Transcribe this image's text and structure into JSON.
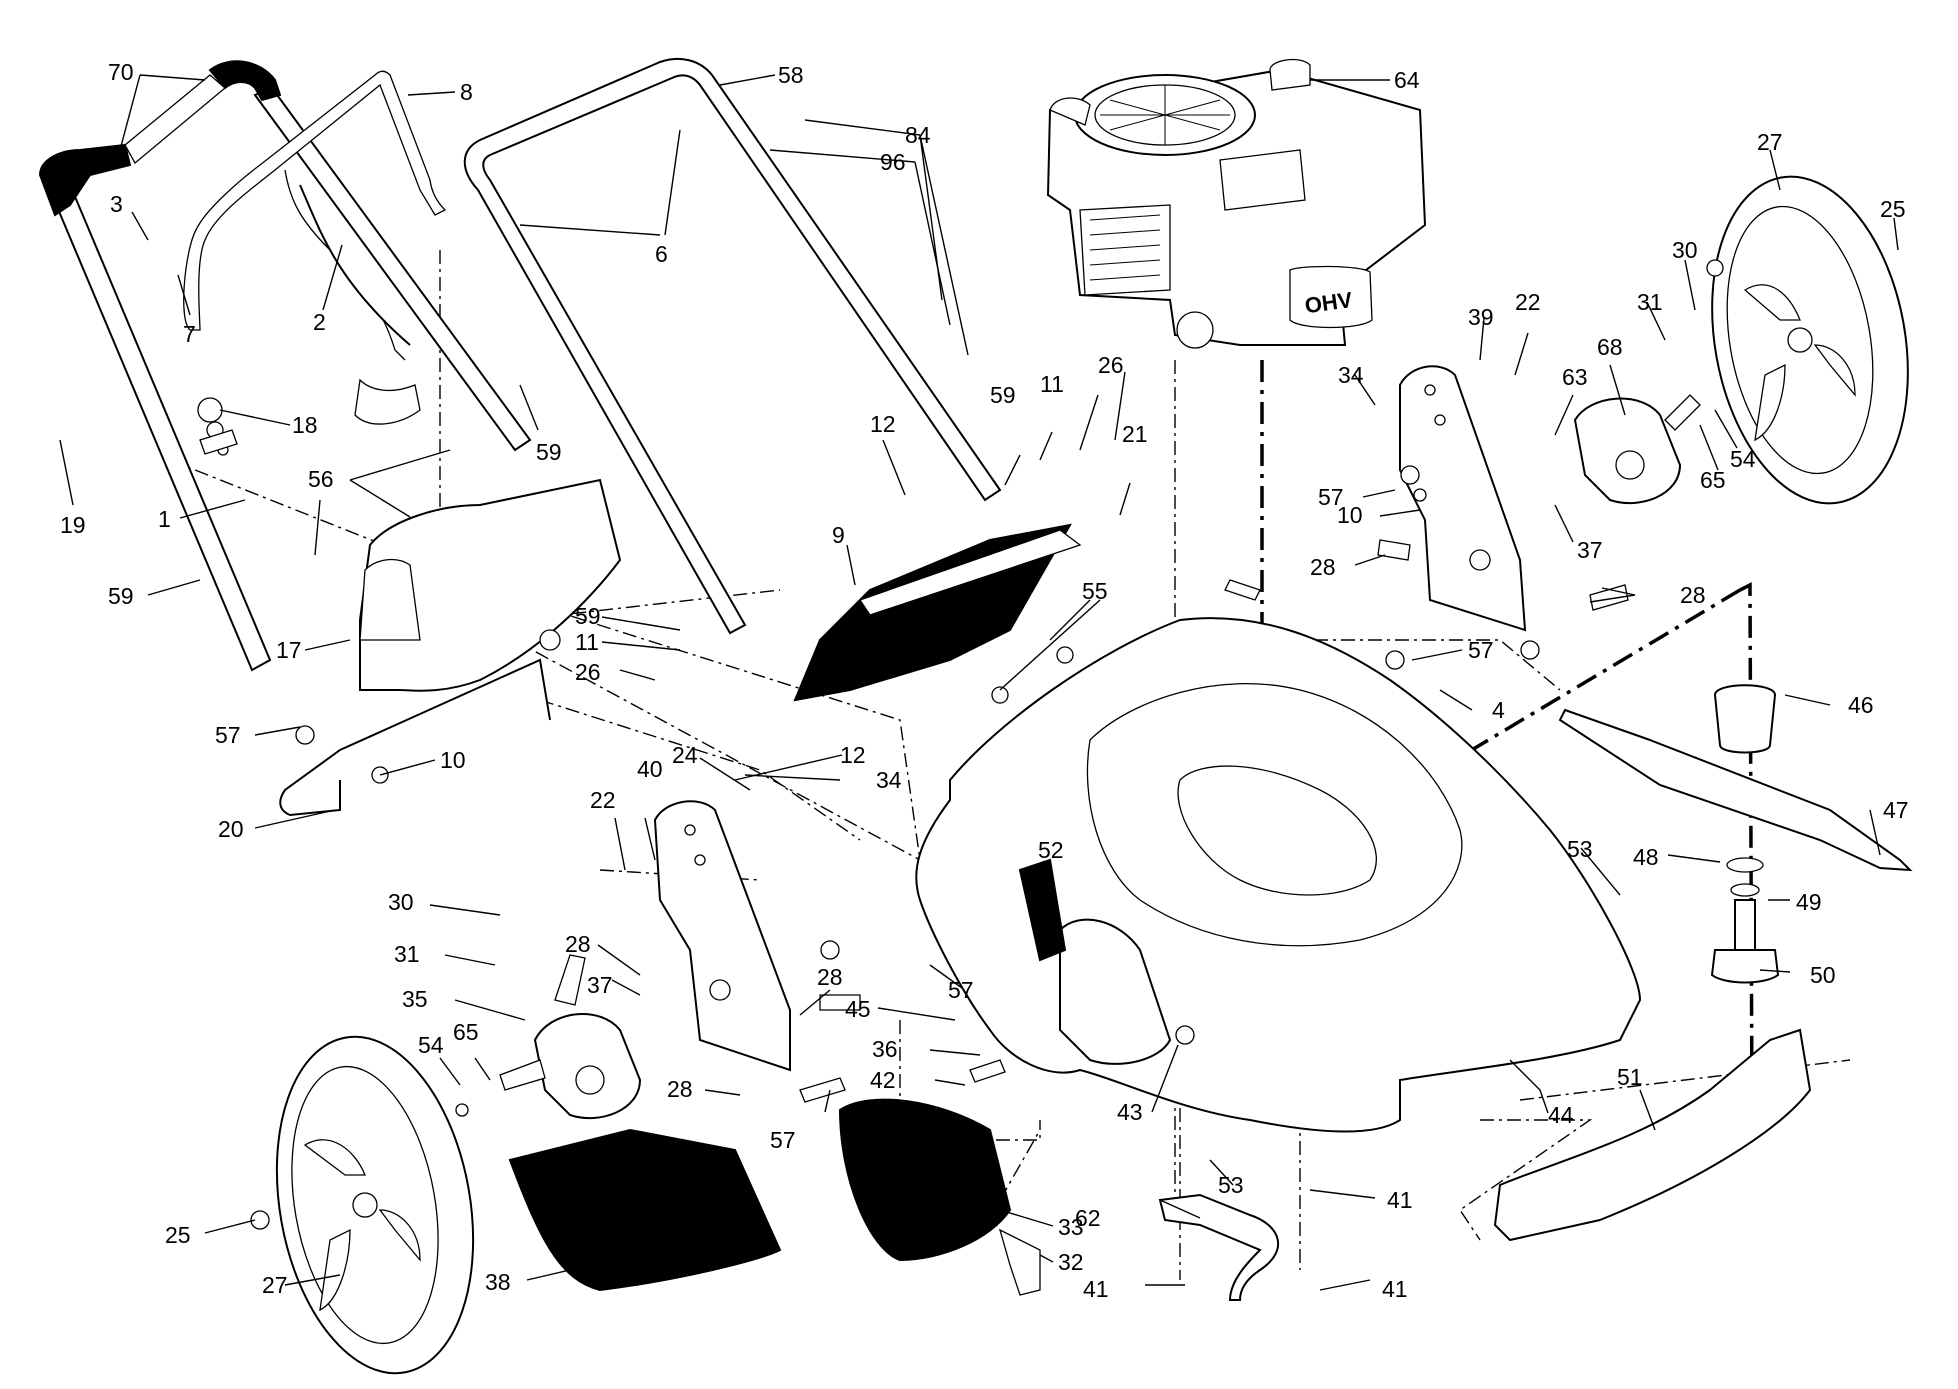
{
  "callouts": [
    {
      "id": "c70",
      "text": "70"
    },
    {
      "id": "c8",
      "text": "8"
    },
    {
      "id": "c58",
      "text": "58"
    },
    {
      "id": "c64",
      "text": "64"
    },
    {
      "id": "c84",
      "text": "84"
    },
    {
      "id": "c96",
      "text": "96"
    },
    {
      "id": "c6",
      "text": "6"
    },
    {
      "id": "c3",
      "text": "3"
    },
    {
      "id": "c7",
      "text": "7"
    },
    {
      "id": "c2",
      "text": "2"
    },
    {
      "id": "c18",
      "text": "18"
    },
    {
      "id": "c59a",
      "text": "59"
    },
    {
      "id": "c19",
      "text": "19"
    },
    {
      "id": "c1",
      "text": "1"
    },
    {
      "id": "c56",
      "text": "56"
    },
    {
      "id": "c59b",
      "text": "59"
    },
    {
      "id": "c17",
      "text": "17"
    },
    {
      "id": "c57a",
      "text": "57"
    },
    {
      "id": "c10a",
      "text": "10"
    },
    {
      "id": "c20",
      "text": "20"
    },
    {
      "id": "c59c",
      "text": "59"
    },
    {
      "id": "c11a",
      "text": "11"
    },
    {
      "id": "c26a",
      "text": "26"
    },
    {
      "id": "c12a",
      "text": "12"
    },
    {
      "id": "c59d",
      "text": "59"
    },
    {
      "id": "c11b",
      "text": "11"
    },
    {
      "id": "c26b",
      "text": "26"
    },
    {
      "id": "c21",
      "text": "21"
    },
    {
      "id": "c9",
      "text": "9"
    },
    {
      "id": "c55",
      "text": "55"
    },
    {
      "id": "c24",
      "text": "24"
    },
    {
      "id": "c12b",
      "text": "12"
    },
    {
      "id": "c34a",
      "text": "34"
    },
    {
      "id": "c22a",
      "text": "22"
    },
    {
      "id": "c40",
      "text": "40"
    },
    {
      "id": "c30a",
      "text": "30"
    },
    {
      "id": "c31a",
      "text": "31"
    },
    {
      "id": "c35",
      "text": "35"
    },
    {
      "id": "c28a",
      "text": "28"
    },
    {
      "id": "c37a",
      "text": "37"
    },
    {
      "id": "c54a",
      "text": "54"
    },
    {
      "id": "c65a",
      "text": "65"
    },
    {
      "id": "c28b",
      "text": "28"
    },
    {
      "id": "c45",
      "text": "45"
    },
    {
      "id": "c57b",
      "text": "57"
    },
    {
      "id": "c52",
      "text": "52"
    },
    {
      "id": "c36",
      "text": "36"
    },
    {
      "id": "c42",
      "text": "42"
    },
    {
      "id": "c28c",
      "text": "28"
    },
    {
      "id": "c57c",
      "text": "57"
    },
    {
      "id": "c25a",
      "text": "25"
    },
    {
      "id": "c27a",
      "text": "27"
    },
    {
      "id": "c38",
      "text": "38"
    },
    {
      "id": "c33",
      "text": "33"
    },
    {
      "id": "c32",
      "text": "32"
    },
    {
      "id": "c43",
      "text": "43"
    },
    {
      "id": "c53a",
      "text": "53"
    },
    {
      "id": "c62",
      "text": "62"
    },
    {
      "id": "c41a",
      "text": "41"
    },
    {
      "id": "c41b",
      "text": "41"
    },
    {
      "id": "c41c",
      "text": "41"
    },
    {
      "id": "c44",
      "text": "44"
    },
    {
      "id": "c51",
      "text": "51"
    },
    {
      "id": "c53b",
      "text": "53"
    },
    {
      "id": "c48",
      "text": "48"
    },
    {
      "id": "c49",
      "text": "49"
    },
    {
      "id": "c50",
      "text": "50"
    },
    {
      "id": "c47",
      "text": "47"
    },
    {
      "id": "c46",
      "text": "46"
    },
    {
      "id": "c4",
      "text": "4"
    },
    {
      "id": "c57d",
      "text": "57"
    },
    {
      "id": "c28d",
      "text": "28"
    },
    {
      "id": "c37b",
      "text": "37"
    },
    {
      "id": "c10b",
      "text": "10"
    },
    {
      "id": "c57e",
      "text": "57"
    },
    {
      "id": "c28e",
      "text": "28"
    },
    {
      "id": "c34b",
      "text": "34"
    },
    {
      "id": "c39",
      "text": "39"
    },
    {
      "id": "c22b",
      "text": "22"
    },
    {
      "id": "c63",
      "text": "63"
    },
    {
      "id": "c68",
      "text": "68"
    },
    {
      "id": "c31b",
      "text": "31"
    },
    {
      "id": "c30b",
      "text": "30"
    },
    {
      "id": "c27b",
      "text": "27"
    },
    {
      "id": "c25b",
      "text": "25"
    },
    {
      "id": "c54b",
      "text": "54"
    },
    {
      "id": "c65b",
      "text": "65"
    }
  ],
  "engine_label": "OHV"
}
